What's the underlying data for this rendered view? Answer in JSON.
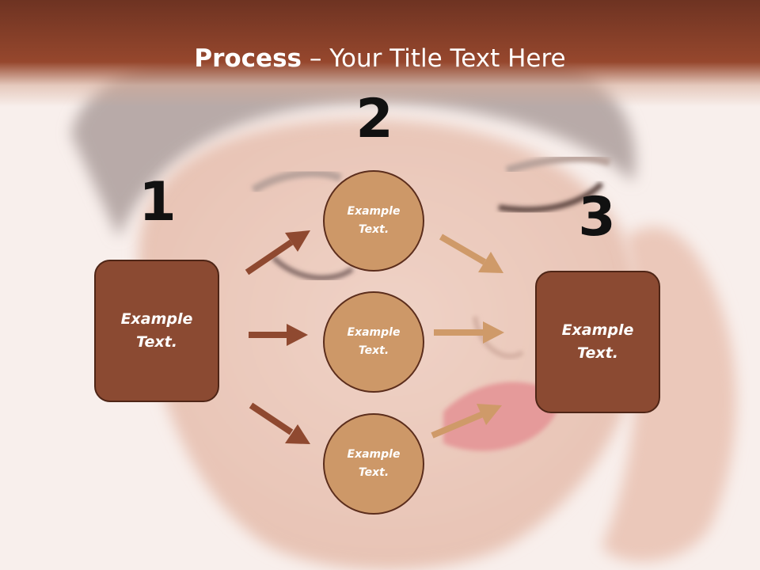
{
  "title": {
    "bold": "Process",
    "rest": " – Your Title Text Here"
  },
  "steps": [
    "1",
    "2",
    "3"
  ],
  "left_box": "Example Text.",
  "circles": [
    "Example Text.",
    "Example Text.",
    "Example Text."
  ],
  "right_box": "Example Text.",
  "colors": {
    "header": "#96472d",
    "box_fill": "#8b4a32",
    "circle_fill": "#cd9868",
    "arrow_dark": "#8f4930",
    "arrow_light": "#cf9a69"
  }
}
